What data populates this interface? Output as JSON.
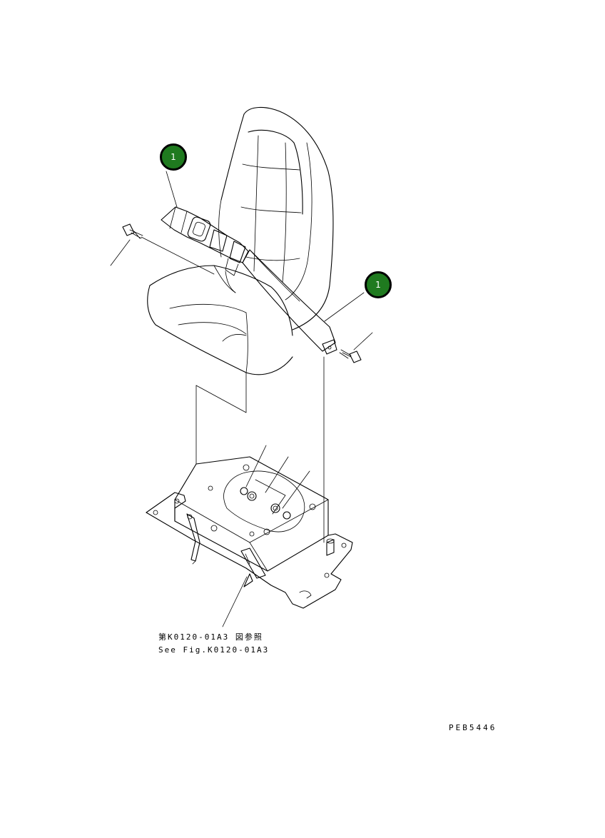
{
  "callouts": [
    {
      "id": "1",
      "label": "1"
    },
    {
      "id": "2",
      "label": "1"
    }
  ],
  "reference": {
    "japanese": "第K0120-01A3 図参照",
    "english": "See Fig.K0120-01A3"
  },
  "drawing_code": "PEB5446",
  "callout_color": "#1f7a1f"
}
